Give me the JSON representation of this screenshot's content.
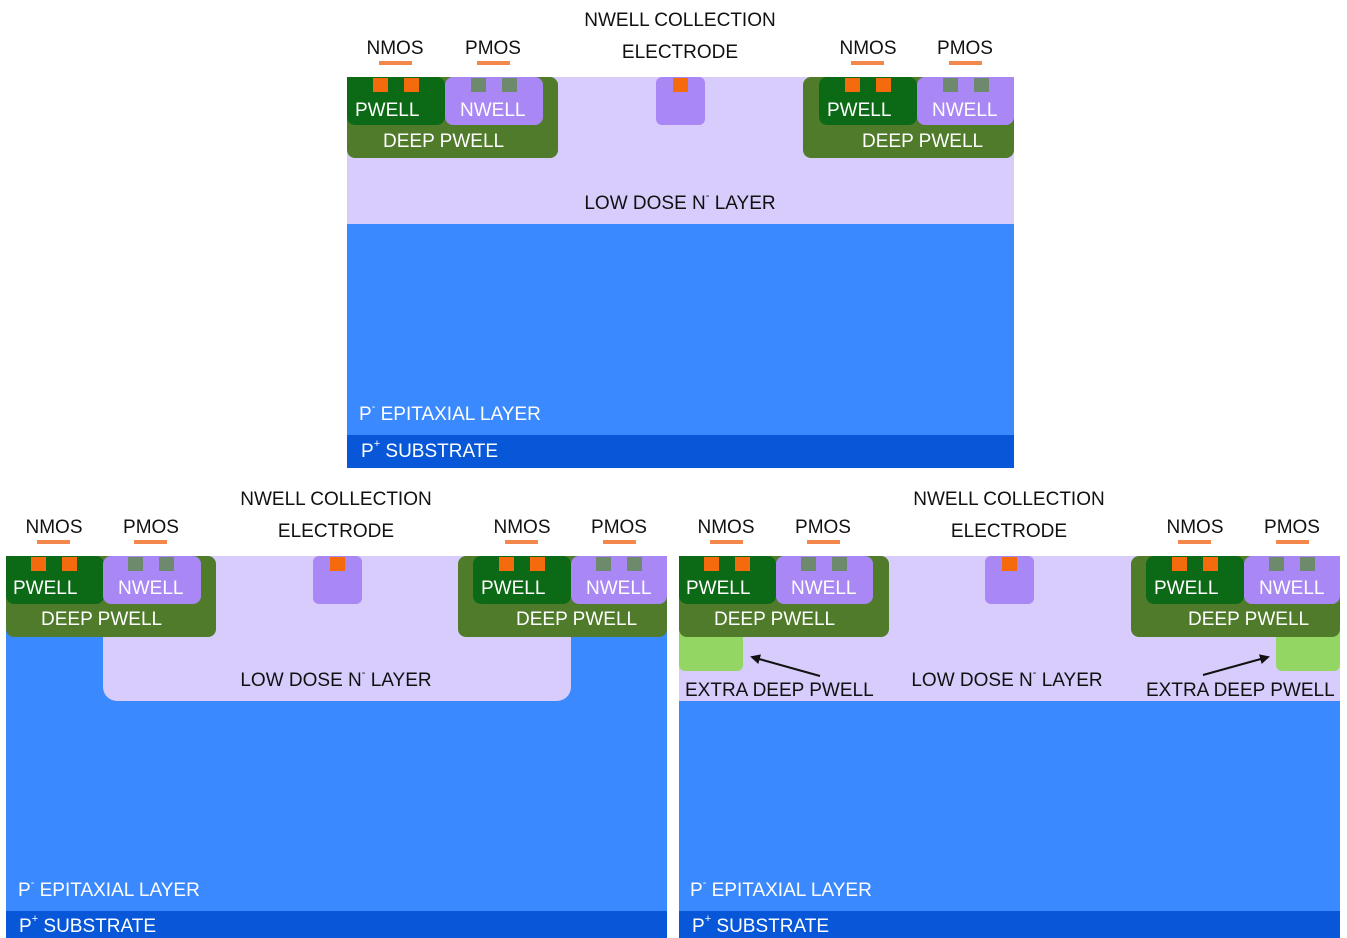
{
  "labels": {
    "nmos": "NMOS",
    "pmos": "PMOS",
    "collection_line1": "NWELL COLLECTION",
    "collection_line2": "ELECTRODE",
    "pwell": "PWELL",
    "nwell": "NWELL",
    "deep_pwell": "DEEP PWELL",
    "low_dose": "LOW DOSE N",
    "low_dose_sup": "-",
    "layer": " LAYER",
    "epi_prefix": "P",
    "epi_sup": "-",
    "epi_rest": " EPITAXIAL LAYER",
    "sub_prefix": "P",
    "sub_sup": "+",
    "sub_rest": " SUBSTRATE",
    "extra_deep_pwell": "EXTRA DEEP PWELL"
  },
  "colors": {
    "nmos_bar": "#f4874b",
    "n_contact": "#f46a0c",
    "p_contact": "#6d8a6d",
    "pwell": "#0c6a16",
    "nwell": "#a987f5",
    "deep_pwell": "#4f7b2b",
    "low_dose_layer": "#d7ccfc",
    "epitaxial_layer": "#3b89ff",
    "substrate": "#0757d8",
    "extra_deep_pwell": "#93d664"
  }
}
